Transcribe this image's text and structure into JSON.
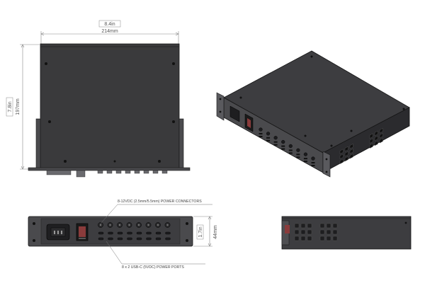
{
  "top_view": {
    "width_in": "8.4in",
    "width_mm": "214mm",
    "depth_in": "7.8in",
    "depth_mm": "197mm"
  },
  "front_view": {
    "height_in": "1.7in",
    "height_mm": "44mm",
    "dc_connector_count": 8,
    "usb_port_count": 16
  },
  "callouts": {
    "dc_connectors": "8-12VDC (2.5mm/5.5mm) POWER CONNECTORS",
    "usb_ports": "8 x 2 USB-C (5VDC) POWER PORTS"
  },
  "colors": {
    "chassis_dark": "#3a3a3c",
    "chassis_mid": "#4a4a4d",
    "chassis_light": "#5e5e62",
    "dimension_line": "#888888"
  }
}
